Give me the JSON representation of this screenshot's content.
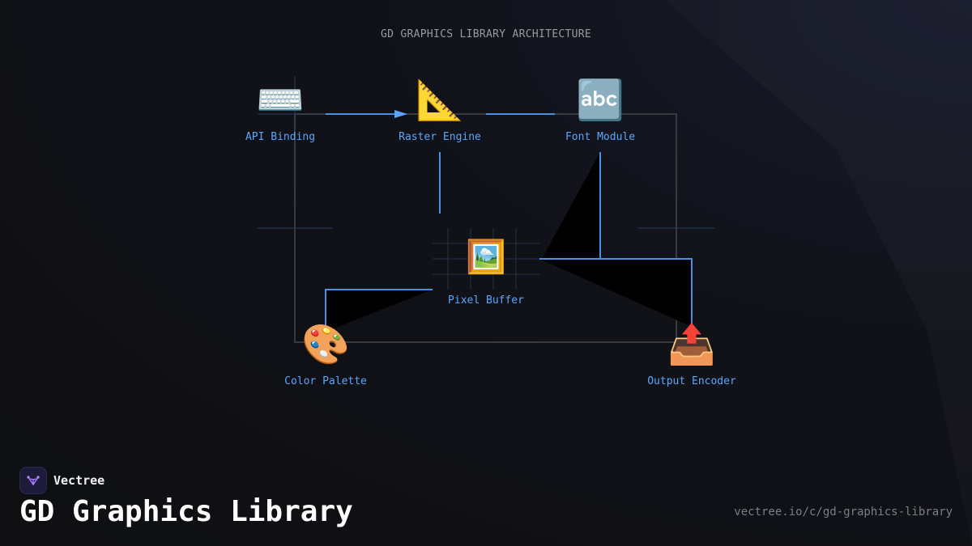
{
  "diagram": {
    "title": "GD GRAPHICS LIBRARY ARCHITECTURE",
    "nodes": [
      {
        "id": "api",
        "icon": "keyboard-icon",
        "glyph": "⌨️",
        "label": "API Binding"
      },
      {
        "id": "raster",
        "icon": "triangular-ruler-icon",
        "glyph": "📐",
        "label": "Raster Engine"
      },
      {
        "id": "font",
        "icon": "abc-icon",
        "glyph": "🔤",
        "label": "Font Module"
      },
      {
        "id": "buffer",
        "icon": "framed-picture-icon",
        "glyph": "🖼️",
        "label": "Pixel Buffer"
      },
      {
        "id": "palette",
        "icon": "artist-palette-icon",
        "glyph": "🎨",
        "label": "Color Palette"
      },
      {
        "id": "encoder",
        "icon": "outbox-tray-icon",
        "glyph": "📤",
        "label": "Output Encoder"
      }
    ],
    "colors": {
      "accent": "#58a6ff",
      "connector": "#4a90e2",
      "frame": "#3a3a3e"
    }
  },
  "brand": {
    "name": "Vectree",
    "logo_icon": "vectree-logo-icon"
  },
  "page": {
    "title": "GD Graphics Library",
    "url": "vectree.io/c/gd-graphics-library"
  }
}
